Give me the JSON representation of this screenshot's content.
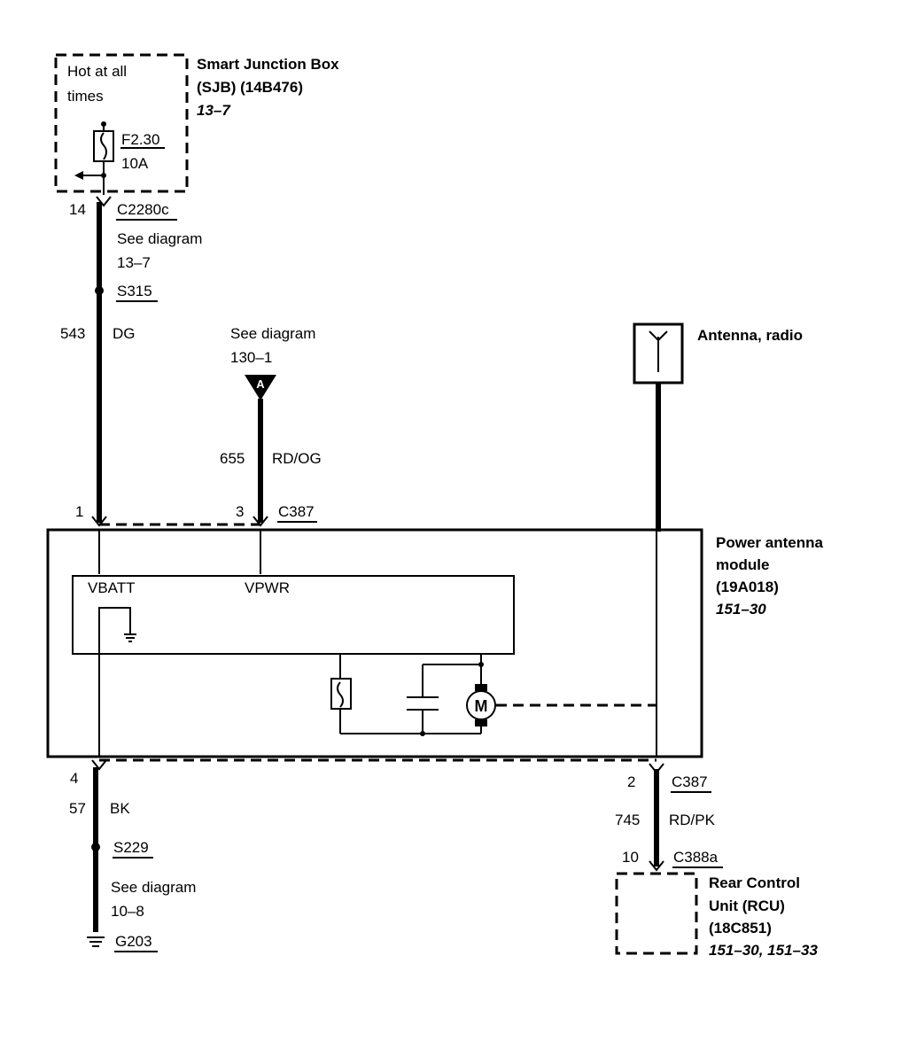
{
  "sjb": {
    "hot_line1": "Hot at all",
    "hot_line2": "times",
    "fuse_id": "F2.30",
    "fuse_rating": "10A",
    "title_line1": "Smart Junction Box",
    "title_line2": "(SJB) (14B476)",
    "ref": "13–7"
  },
  "left_wire": {
    "pin_top": "14",
    "connector_top": "C2280c",
    "see_line1": "See diagram",
    "see_line2": "13–7",
    "splice": "S315",
    "circuit": "543",
    "color": "DG",
    "pin_module": "1"
  },
  "mid_wire": {
    "see_line1": "See diagram",
    "see_line2": "130–1",
    "marker": "A",
    "circuit": "655",
    "color": "RD/OG",
    "pin_module": "3",
    "connector": "C387"
  },
  "antenna": {
    "label": "Antenna, radio"
  },
  "module": {
    "title_line1": "Power antenna",
    "title_line2": "module",
    "part": "(19A018)",
    "ref": "151–30",
    "vbatt": "VBATT",
    "vpwr": "VPWR",
    "motor": "M"
  },
  "ground_wire": {
    "pin": "4",
    "circuit": "57",
    "color": "BK",
    "splice": "S229",
    "see_line1": "See diagram",
    "see_line2": "10–8",
    "ground": "G203"
  },
  "rcu_wire": {
    "pin_module": "2",
    "connector_module": "C387",
    "circuit": "745",
    "color": "RD/PK",
    "pin_rcu": "10",
    "connector_rcu": "C388a"
  },
  "rcu": {
    "title_line1": "Rear Control",
    "title_line2": "Unit (RCU)",
    "part": "(18C851)",
    "ref": "151–30, 151–33"
  }
}
